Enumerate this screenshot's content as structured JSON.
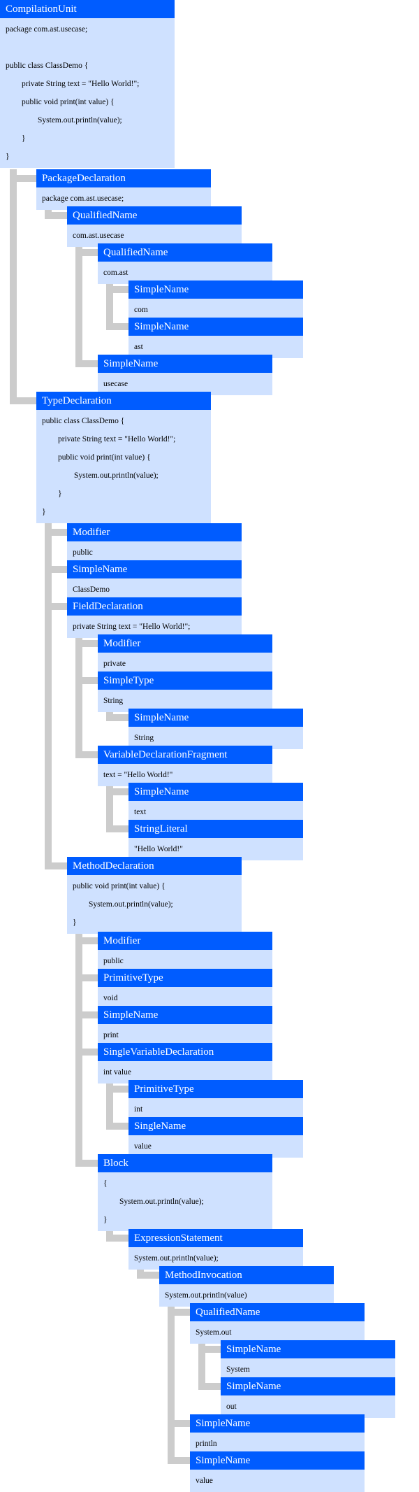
{
  "colors": {
    "header_bg": "#005cff",
    "header_text": "#ffffff",
    "body_bg": "#cfe1ff",
    "connector": "#cccccc"
  },
  "tree": {
    "type": "CompilationUnit",
    "code": [
      "package com.ast.usecase;",
      "",
      "public class ClassDemo {",
      "        private String text = \"Hello World!\";",
      "        public void print(int value) {",
      "                System.out.println(value);",
      "        }",
      "}"
    ],
    "children": [
      {
        "type": "PackageDeclaration",
        "code": [
          "package com.ast.usecase;"
        ],
        "children": [
          {
            "type": "QualifiedName",
            "code": [
              "com.ast.usecase"
            ],
            "children": [
              {
                "type": "QualifiedName",
                "code": [
                  "com.ast"
                ],
                "children": [
                  {
                    "type": "SimpleName",
                    "code": [
                      "com"
                    ],
                    "children": []
                  },
                  {
                    "type": "SimpleName",
                    "code": [
                      "ast"
                    ],
                    "children": []
                  }
                ]
              },
              {
                "type": "SimpleName",
                "code": [
                  "usecase"
                ],
                "children": []
              }
            ]
          }
        ]
      },
      {
        "type": "TypeDeclaration",
        "code": [
          "public class ClassDemo {",
          "        private String text = \"Hello World!\";",
          "        public void print(int value) {",
          "                System.out.println(value);",
          "        }",
          "}"
        ],
        "children": [
          {
            "type": "Modifier",
            "code": [
              "public"
            ],
            "children": []
          },
          {
            "type": "SimpleName",
            "code": [
              "ClassDemo"
            ],
            "children": []
          },
          {
            "type": "FieldDeclaration",
            "code": [
              "private String text = \"Hello World!\";"
            ],
            "children": [
              {
                "type": "Modifier",
                "code": [
                  "private"
                ],
                "children": []
              },
              {
                "type": "SimpleType",
                "code": [
                  "String"
                ],
                "children": [
                  {
                    "type": "SimpleName",
                    "code": [
                      "String"
                    ],
                    "children": []
                  }
                ]
              },
              {
                "type": "VariableDeclarationFragment",
                "code": [
                  "text = \"Hello World!\""
                ],
                "children": [
                  {
                    "type": "SimpleName",
                    "code": [
                      "text"
                    ],
                    "children": []
                  },
                  {
                    "type": "StringLiteral",
                    "code": [
                      "\"Hello World!\""
                    ],
                    "children": []
                  }
                ]
              }
            ]
          },
          {
            "type": "MethodDeclaration",
            "code": [
              "public void print(int value) {",
              "        System.out.println(value);",
              "}"
            ],
            "children": [
              {
                "type": "Modifier",
                "code": [
                  "public"
                ],
                "children": []
              },
              {
                "type": "PrimitiveType",
                "code": [
                  "void"
                ],
                "children": []
              },
              {
                "type": "SimpleName",
                "code": [
                  "print"
                ],
                "children": []
              },
              {
                "type": "SingleVariableDeclaration",
                "code": [
                  "int value"
                ],
                "children": [
                  {
                    "type": "PrimitiveType",
                    "code": [
                      "int"
                    ],
                    "children": []
                  },
                  {
                    "type": "SingleName",
                    "code": [
                      "value"
                    ],
                    "children": []
                  }
                ]
              },
              {
                "type": "Block",
                "code": [
                  "{",
                  "        System.out.println(value);",
                  "}"
                ],
                "children": [
                  {
                    "type": "ExpressionStatement",
                    "code": [
                      "System.out.println(value);"
                    ],
                    "children": [
                      {
                        "type": "MethodInvocation",
                        "code": [
                          "System.out.println(value)"
                        ],
                        "children": [
                          {
                            "type": "QualifiedName",
                            "code": [
                              "System.out"
                            ],
                            "children": [
                              {
                                "type": "SimpleName",
                                "code": [
                                  "System"
                                ],
                                "children": []
                              },
                              {
                                "type": "SimpleName",
                                "code": [
                                  "out"
                                ],
                                "children": []
                              }
                            ]
                          },
                          {
                            "type": "SimpleName",
                            "code": [
                              "println"
                            ],
                            "children": []
                          },
                          {
                            "type": "SimpleName",
                            "code": [
                              "value"
                            ],
                            "children": []
                          }
                        ]
                      }
                    ]
                  }
                ]
              }
            ]
          }
        ]
      }
    ]
  }
}
